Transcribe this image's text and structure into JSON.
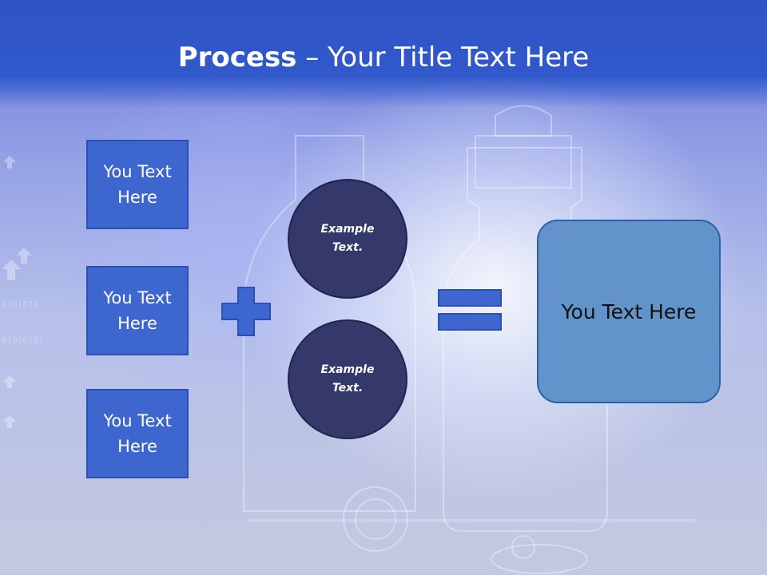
{
  "title": {
    "strong": "Process",
    "rest": " – Your Title Text Here"
  },
  "boxes": [
    {
      "label": "You Text Here"
    },
    {
      "label": "You Text Here"
    },
    {
      "label": "You Text Here"
    }
  ],
  "circles": [
    {
      "label": "Example Text."
    },
    {
      "label": "Example Text."
    }
  ],
  "result": {
    "label": "You Text Here"
  },
  "colors": {
    "header": "#3159cc",
    "box": "#3d66cf",
    "circle": "#34386b",
    "result": "#6294cb"
  }
}
